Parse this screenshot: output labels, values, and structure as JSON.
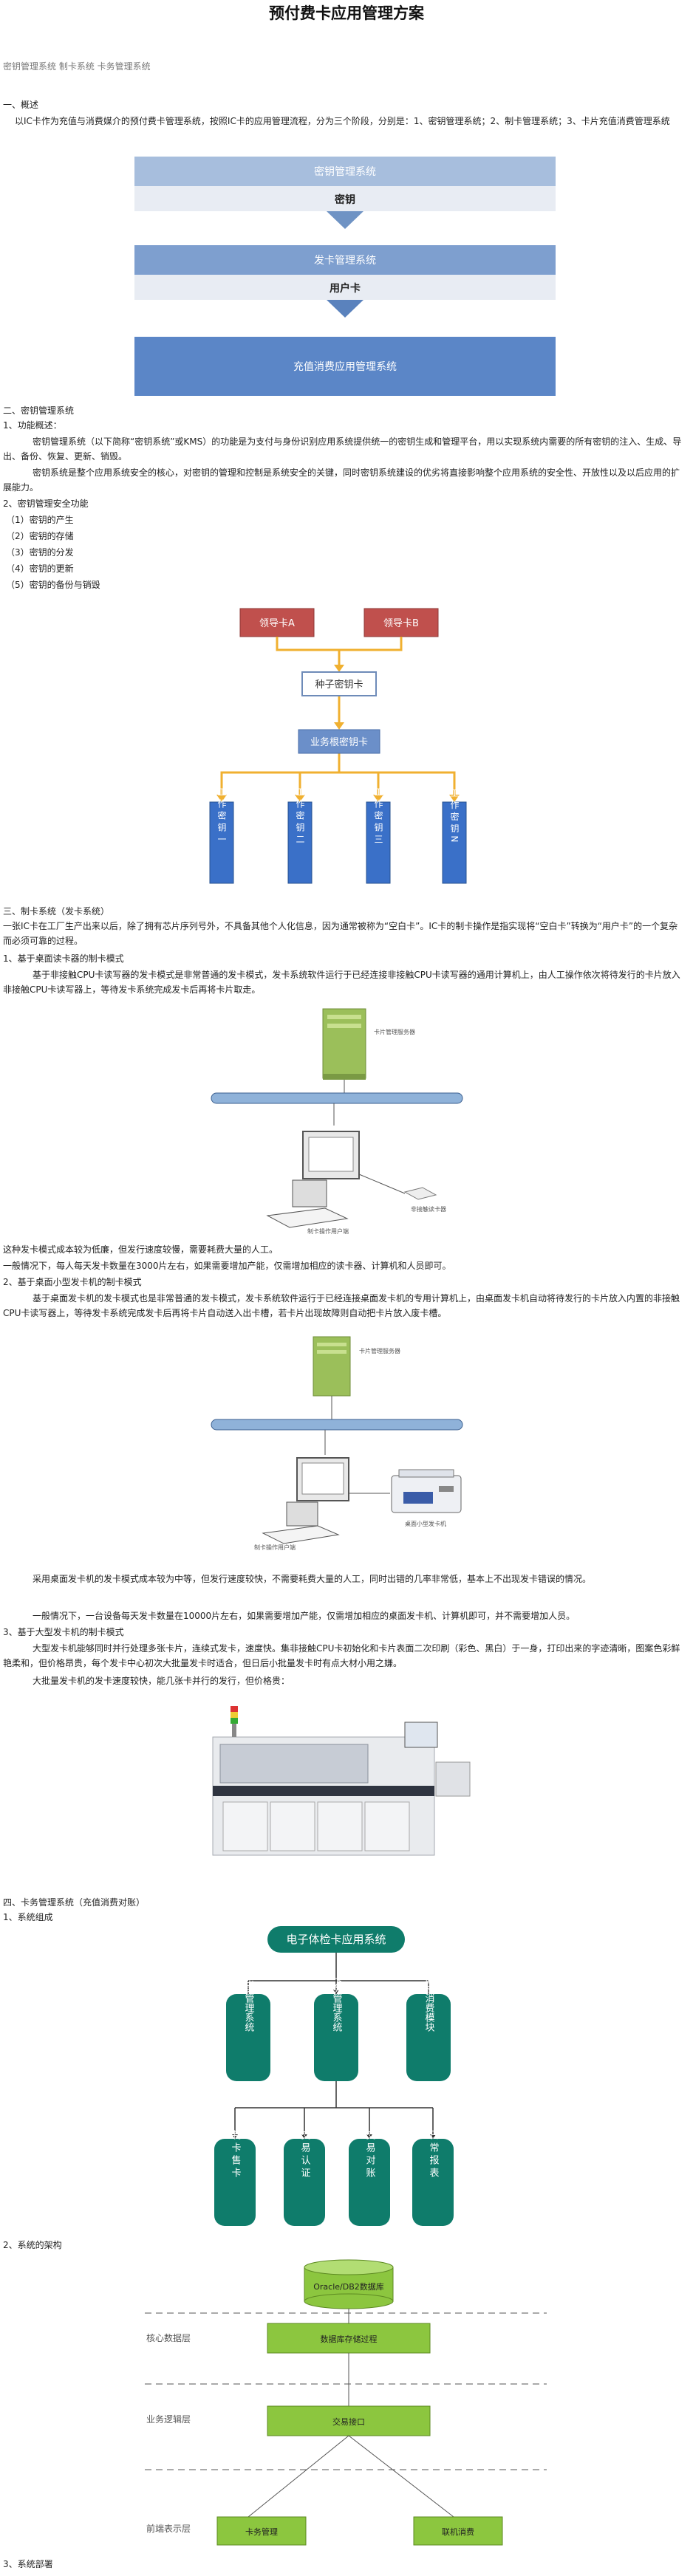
{
  "title": "预付费卡应用管理方案",
  "keywords": "密钥管理系统 制卡系统 卡务管理系统",
  "overview": {
    "heading": "一、概述",
    "para": "以IC卡作为充值与消费媒介的预付费卡管理系统，按照IC卡的应用管理流程，分为三个阶段，分别是：1、密钥管理系统；2、制卡管理系统；3、卡片充值消费管理系统",
    "flow": {
      "box1": "密钥管理系统",
      "label1": "密钥",
      "box2": "发卡管理系统",
      "label2": "用户卡",
      "box3": "充值消费应用管理系统"
    }
  },
  "kms": {
    "heading": "二、密钥管理系统",
    "s1": "1、功能概述：",
    "p1": "密钥管理系统（以下简称“密钥系统”或KMS）的功能是为支付与身份识别应用系统提供统一的密钥生成和管理平台，用以实现系统内需要的所有密钥的注入、生成、导出、备份、恢复、更新、销毁。",
    "p2": "密钥系统是整个应用系统安全的核心，对密钥的管理和控制是系统安全的关键，同时密钥系统建设的优劣将直接影响整个应用系统的安全性、开放性以及以后应用的扩展能力。",
    "s2": "2、密钥管理安全功能",
    "items": [
      "（1）密钥的产生",
      "（2）密钥的存储",
      "（3）密钥的分发",
      "（4）密钥的更新",
      "（5）密钥的备份与销毁"
    ],
    "tree": {
      "lead_a": "领导卡A",
      "lead_b": "领导卡B",
      "seed": "种子密钥卡",
      "biz": "业务根密钥卡",
      "works": [
        "工作密钥一",
        "工作密钥二",
        "工作密钥三",
        "工作密钥N"
      ]
    }
  },
  "card": {
    "heading": "三、制卡系统（发卡系统）",
    "p1": "一张IC卡在工厂生产出来以后，除了拥有芯片序列号外，不具备其他个人化信息，因为通常被称为“空白卡”。IC卡的制卡操作是指实现将“空白卡”转换为“用户卡”的一个复杂而必须可靠的过程。",
    "s1": "1、基于桌面读卡器的制卡模式",
    "p2": "基于非接触CPU卡读写器的发卡模式是非常普通的发卡模式，发卡系统软件运行于已经连接非接触CPU卡读写器的通用计算机上，由人工操作依次将待发行的卡片放入非接触CPU卡读写器上，等待发卡系统完成发卡后再将卡片取走。",
    "fig1": {
      "server": "卡片管理服务器",
      "reader": "非接触读卡器",
      "pc": "制卡操作用户端"
    },
    "p3": "这种发卡模式成本较为低廉，但发行速度较慢，需要耗费大量的人工。",
    "p4": "一般情况下，每人每天发卡数量在3000片左右，如果需要增加产能，仅需增加相应的读卡器、计算机和人员即可。",
    "s2": "2、基于桌面小型发卡机的制卡模式",
    "p5": "基于桌面发卡机的发卡模式也是非常普通的发卡模式，发卡系统软件运行于已经连接桌面发卡机的专用计算机上，由桌面发卡机自动将待发行的卡片放入内置的非接触CPU卡读写器上，等待发卡系统完成发卡后再将卡片自动送入出卡槽，若卡片出现故障则自动把卡片放入废卡槽。",
    "fig2": {
      "server": "卡片管理服务器",
      "pc": "制卡操作用户端",
      "printer": "桌面小型发卡机"
    },
    "p6": "采用桌面发卡机的发卡模式成本较为中等，但发行速度较快，不需要耗费大量的人工，同时出错的几率非常低，基本上不出现发卡错误的情况。",
    "p7": "一般情况下，一台设备每天发卡数量在10000片左右，如果需要增加产能，仅需增加相应的桌面发卡机、计算机即可，并不需要增加人员。",
    "s3": "3、基于大型发卡机的制卡模式",
    "p8": "大型发卡机能够同时并行处理多张卡片，连续式发卡，速度快。集非接触CPU卡初始化和卡片表面二次印刷（彩色、黑白）于一身，打印出来的字迹清晰，图案色彩鲜艳柔和，但价格昂贵，每个发卡中心初次大批量发卡时适合，但日后小批量发卡时有点大材小用之嫌。",
    "p9": "大批量发卡机的发卡速度较快，能几张卡并行的发行，但价格贵："
  },
  "ops": {
    "heading": "四、卡务管理系统（充值消费对账）",
    "s1": "1、系统组成",
    "root": "电子体检卡应用系统",
    "mid": [
      "密钥管理系统",
      "卡务管理系统",
      "联机消费模块"
    ],
    "leaf": [
      "制卡售卡",
      "交易认证",
      "交易对账",
      "日常报表"
    ],
    "s2": "2、系统的架构",
    "arch": {
      "db": "Oracle/DB2数据库",
      "core_layer": "核心数据层",
      "core_box": "数据库存储过程",
      "biz_layer": "业务逻辑层",
      "biz_box": "交易接口",
      "front_layer": "前端表示层",
      "f1": "卡务管理",
      "f2": "联机消费"
    },
    "s3": "3、系统部署"
  }
}
